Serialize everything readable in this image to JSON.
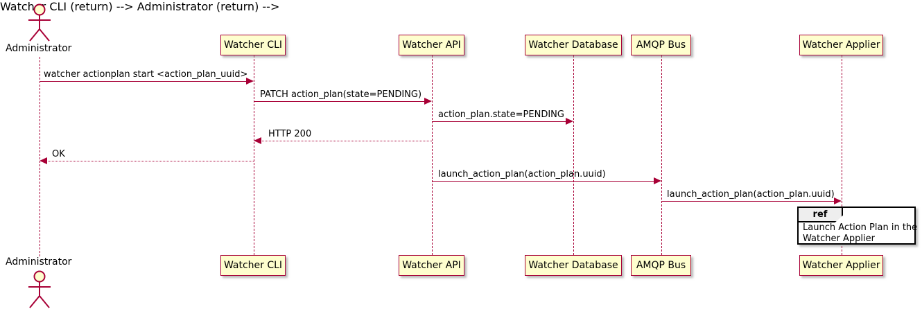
{
  "diagram": {
    "type": "sequence-diagram",
    "colors": {
      "participant_fill": "#FEFECE",
      "participant_border": "#A80036",
      "line": "#A80036",
      "text": "#000000",
      "ref_tab_fill": "#EEEEEE",
      "ref_border": "#000000"
    },
    "actor": {
      "name": "Administrator"
    },
    "participants": [
      {
        "name": "Watcher CLI"
      },
      {
        "name": "Watcher API"
      },
      {
        "name": "Watcher Database"
      },
      {
        "name": "AMQP Bus"
      },
      {
        "name": "Watcher Applier"
      }
    ],
    "messages": [
      {
        "from": "Administrator",
        "to": "Watcher CLI",
        "style": "solid",
        "label": "watcher actionplan start <action_plan_uuid>"
      },
      {
        "from": "Watcher CLI",
        "to": "Watcher API",
        "style": "solid",
        "label": "PATCH action_plan(state=PENDING)"
      },
      {
        "from": "Watcher API",
        "to": "Watcher Database",
        "style": "solid",
        "label": "action_plan.state=PENDING"
      },
      {
        "from": "Watcher API",
        "to": "Watcher CLI",
        "style": "dashed",
        "label": "HTTP 200"
      },
      {
        "from": "Watcher CLI",
        "to": "Administrator",
        "style": "dashed",
        "label": "OK"
      },
      {
        "from": "Watcher API",
        "to": "AMQP Bus",
        "style": "solid",
        "label": "launch_action_plan(action_plan.uuid)"
      },
      {
        "from": "AMQP Bus",
        "to": "Watcher Applier",
        "style": "solid",
        "label": "launch_action_plan(action_plan.uuid)"
      }
    ],
    "ref": {
      "keyword": "ref",
      "over": "Watcher Applier",
      "line1": "Launch Action Plan in the",
      "line2": "Watcher Applier"
    }
  }
}
